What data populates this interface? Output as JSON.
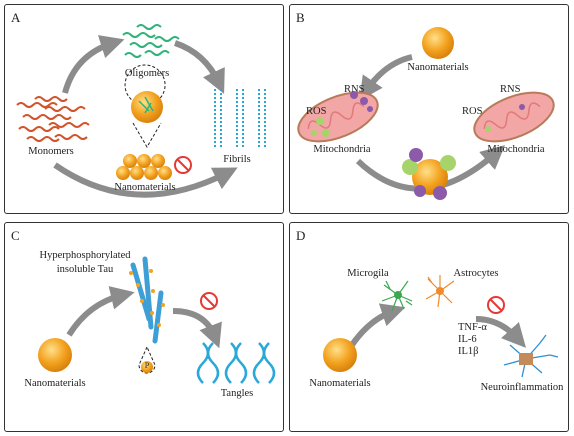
{
  "panels": {
    "A": {
      "letter": "A",
      "oligomers": "Oligomers",
      "monomers": "Monomers",
      "fibrils": "Fibrils",
      "nanomaterials": "Nanomaterials"
    },
    "B": {
      "letter": "B",
      "nanomaterials": "Nanomaterials",
      "rns_left": "RNS",
      "ros_left": "ROS",
      "mito_left": "Mitochondria",
      "rns_right": "RNS",
      "ros_right": "ROS",
      "mito_right": "Mitochondria"
    },
    "C": {
      "letter": "C",
      "tau_line1": "Hyperphosphorylated",
      "tau_line2": "insoluble Tau",
      "phospho": "P",
      "nanomaterials": "Nanomaterials",
      "tangles": "Tangles"
    },
    "D": {
      "letter": "D",
      "microglia": "Microgila",
      "astrocytes": "Astrocytes",
      "tnf": "TNF-α",
      "il6": "IL-6",
      "il1": "IL1β",
      "nanomaterials": "Nanomaterials",
      "neuro": "Neuroinflammation"
    }
  },
  "colors": {
    "arrow": "#8c8c8c",
    "nanoparticle": "#f3a21f",
    "monomer": "#d2542a",
    "oligomer": "#2fb37a",
    "fibril": "#2aa8d8",
    "mitochondria": "#f2a6a6",
    "ros": "#a7d46a",
    "rns": "#8b5aa8",
    "prohibit": "#e53935",
    "tau": "#3d9fd6",
    "microglia": "#3aa84f",
    "astrocyte": "#f08a2a",
    "neuron": "#2f8fd0"
  },
  "icons": [
    "prohibit-icon",
    "nanoparticle-icon",
    "mitochondria-icon",
    "neuron-icon",
    "dna-helix-icon"
  ]
}
